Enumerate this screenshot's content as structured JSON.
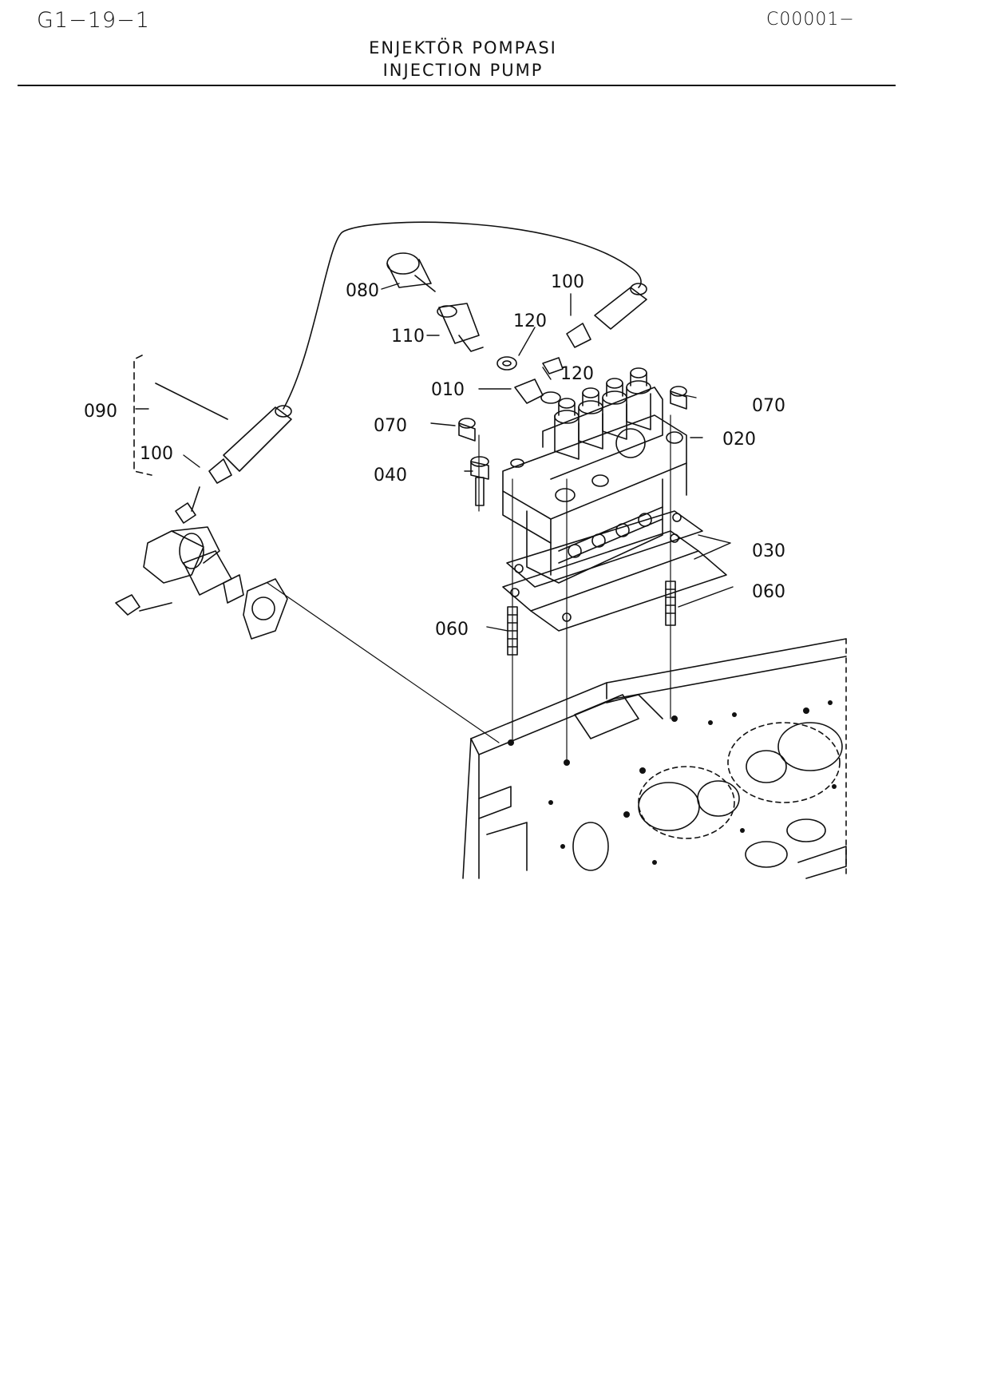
{
  "header": {
    "page_code": "G1−19−1",
    "ref_code": "C00001−",
    "title_tr": "ENJEKTÖR POMPASI",
    "title_en": "INJECTION PUMP"
  },
  "callouts": {
    "c080": "080",
    "c100_top": "100",
    "c110": "110",
    "c120_a": "120",
    "c120_b": "120",
    "c010": "010",
    "c070_a": "070",
    "c070_b": "070",
    "c020": "020",
    "c040": "040",
    "c090": "090",
    "c100_left": "100",
    "c030": "030",
    "c060_a": "060",
    "c060_b": "060"
  }
}
